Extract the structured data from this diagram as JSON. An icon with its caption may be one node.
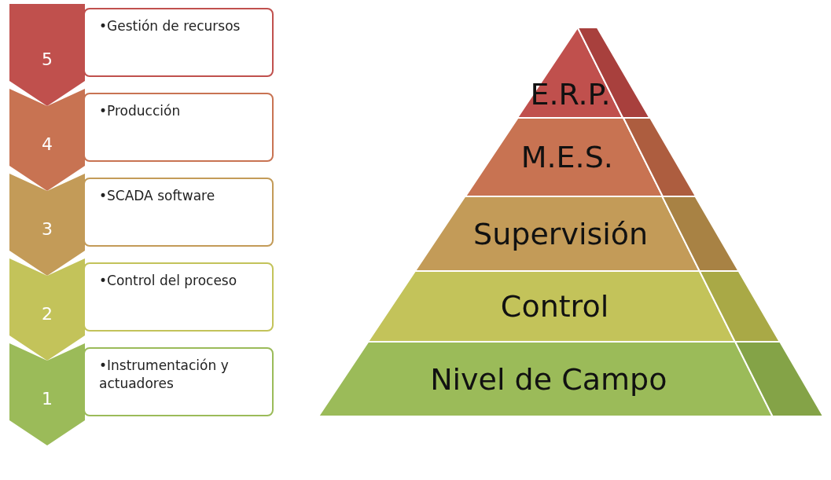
{
  "diagram": {
    "nodes": [
      {
        "text": [
          "5"
        ]
      },
      {
        "text": [
          "•Gestión de recursos"
        ]
      },
      {
        "text": [
          "4"
        ]
      },
      {
        "text": [
          "•Producción"
        ]
      },
      {
        "text": [
          "3"
        ]
      },
      {
        "text": [
          "•SCADA software"
        ]
      },
      {
        "text": [
          "2"
        ]
      },
      {
        "text": [
          "•Control del proceso"
        ]
      },
      {
        "text": [
          "1"
        ]
      },
      {
        "text": [
          "•Instrumentación y actuadores"
        ]
      },
      {
        "text": [
          "E.R.P."
        ]
      },
      {
        "text": [
          "M.E.S."
        ]
      },
      {
        "text": [
          "Supervisión"
        ]
      },
      {
        "text": [
          "Control"
        ]
      },
      {
        "text": [
          "Nivel de Campo"
        ]
      }
    ]
  }
}
